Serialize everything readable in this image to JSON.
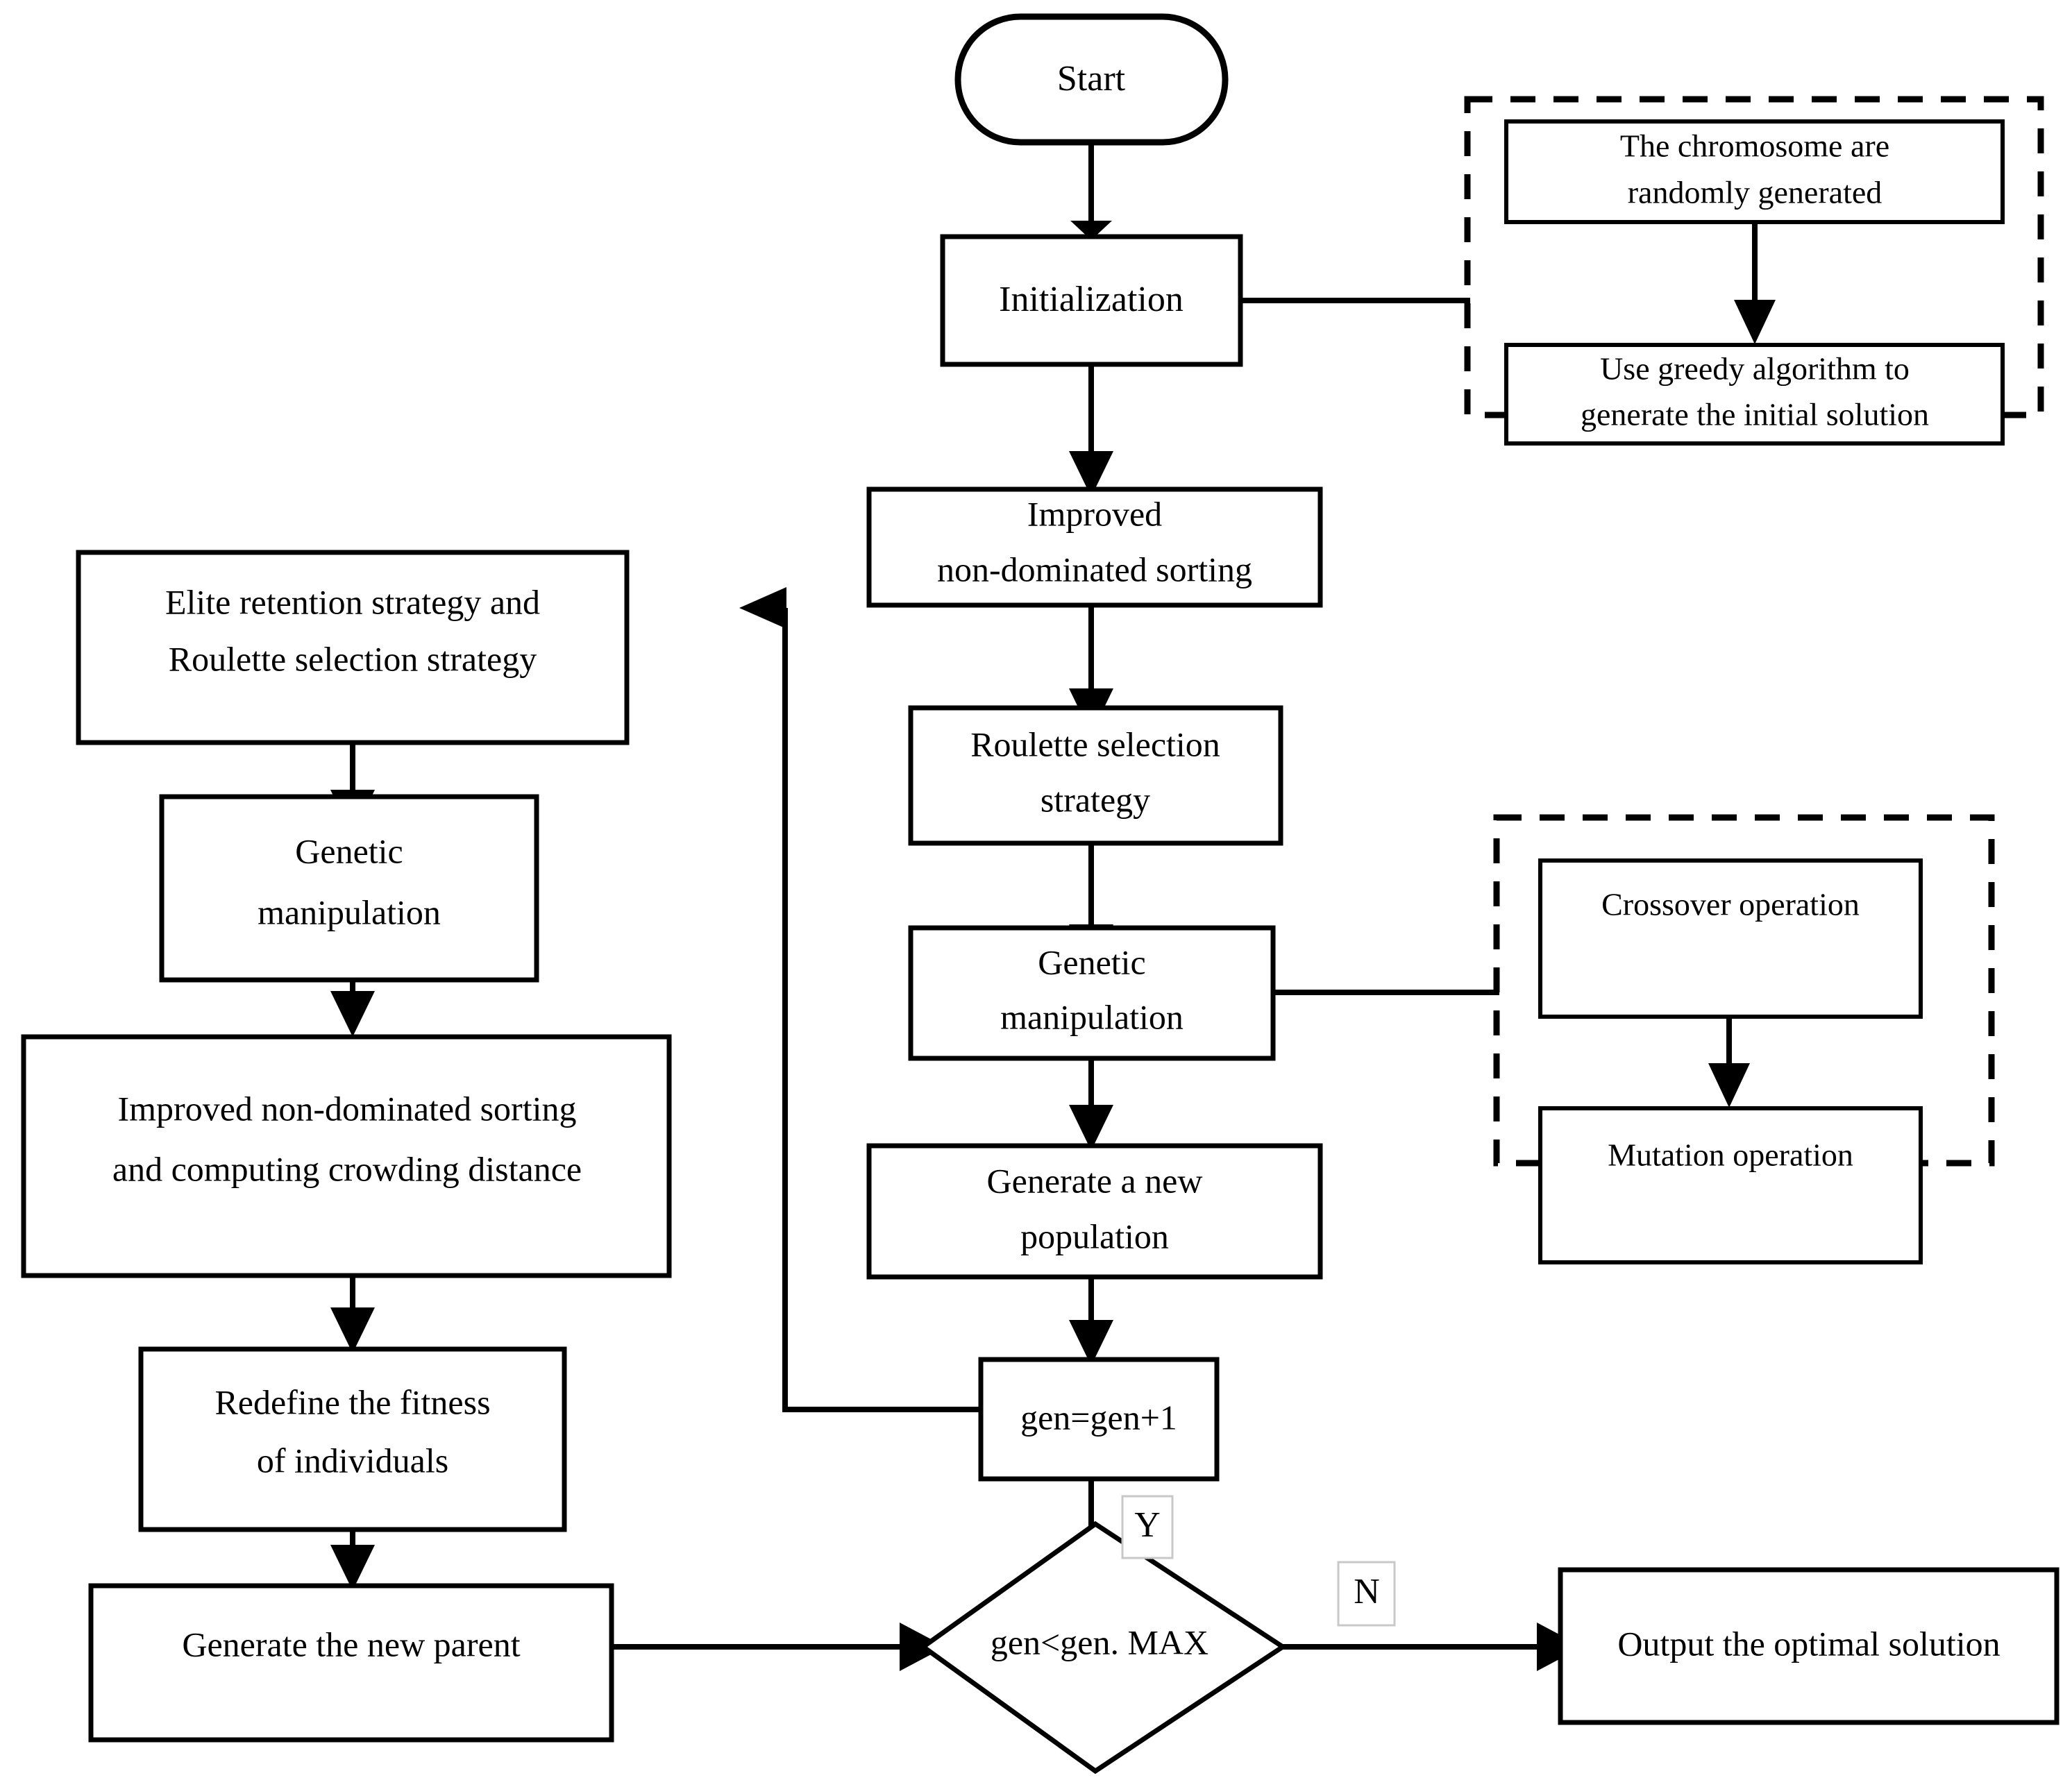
{
  "diagram": {
    "title": "Improved NSGA-II genetic algorithm flowchart",
    "colors": {
      "stroke": "#000000",
      "fill": "#ffffff",
      "chip_border": "#c8c8c8"
    }
  },
  "nodes": {
    "start": {
      "label": "Start",
      "shape": "terminator"
    },
    "initialization": {
      "label": "Initialization",
      "shape": "process"
    },
    "improved_sorting": {
      "line1": "Improved",
      "line2": "non-dominated sorting",
      "shape": "process"
    },
    "roulette_selection": {
      "line1": "Roulette selection",
      "line2": "strategy",
      "shape": "process"
    },
    "genetic_manipulation_main": {
      "line1": "Genetic",
      "line2": "manipulation",
      "shape": "process"
    },
    "generate_new_population": {
      "line1": "Generate a new",
      "line2": "population",
      "shape": "process"
    },
    "gen_increment": {
      "label": "gen=gen+1",
      "shape": "process"
    },
    "decision": {
      "label": "gen<gen. MAX",
      "shape": "decision"
    },
    "output_optimal": {
      "label": "Output the optimal solution",
      "shape": "process"
    },
    "elite_retention": {
      "line1": "Elite retention strategy and",
      "line2": "Roulette selection strategy",
      "shape": "process"
    },
    "genetic_manipulation_left": {
      "line1": "Genetic",
      "line2": "manipulation",
      "shape": "process"
    },
    "improved_sorting_crowding": {
      "line1": "Improved non-dominated sorting",
      "line2": "and computing crowding distance",
      "shape": "process"
    },
    "redefine_fitness": {
      "line1": "Redefine the fitness",
      "line2": "of individuals",
      "shape": "process"
    },
    "generate_new_parent": {
      "label": "Generate the new parent",
      "shape": "process"
    },
    "chromosome_random": {
      "line1": "The chromosome are",
      "line2": "randomly generated",
      "shape": "process"
    },
    "greedy_algorithm": {
      "line1": "Use greedy algorithm  to",
      "line2": "generate the initial solution",
      "shape": "process"
    },
    "crossover_operation": {
      "label": "Crossover operation",
      "shape": "process"
    },
    "mutation_operation": {
      "label": "Mutation operation",
      "shape": "process"
    }
  },
  "groups": {
    "initialization_detail": {
      "name": "initialization-detail-group",
      "style": "dashed"
    },
    "genetic_detail": {
      "name": "genetic-detail-group",
      "style": "dashed"
    }
  },
  "branch_labels": {
    "yes": "Y",
    "no": "N"
  }
}
